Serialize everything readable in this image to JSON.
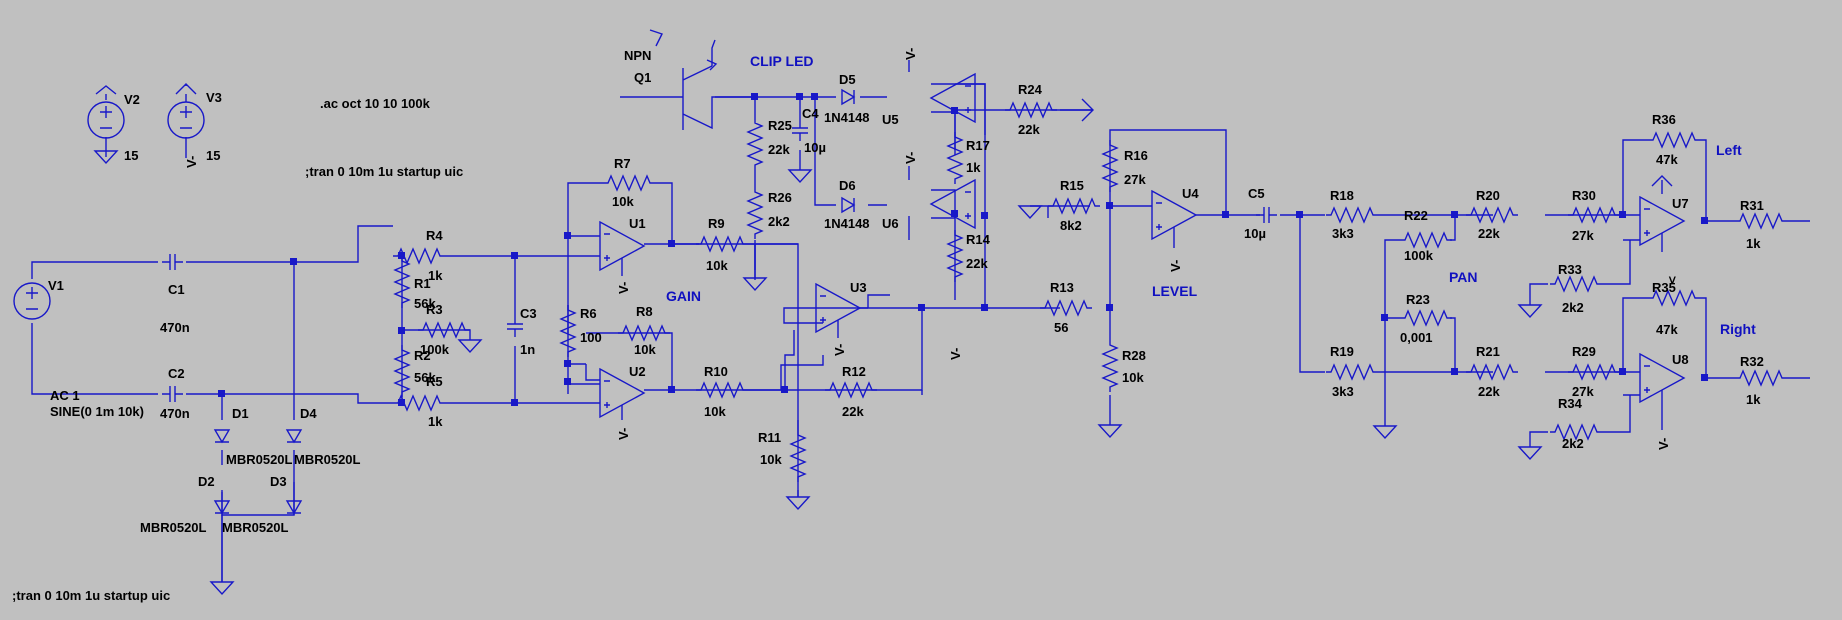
{
  "colors": {
    "background": "#c0c0c0",
    "wire": "#1818c8",
    "label": "#000000",
    "net_label": "#1010c0"
  },
  "directives": {
    "ac": ".ac oct 10 10 100k",
    "tran_top": ";tran 0 10m 1u startup uic",
    "tran_bottom": ";tran 0 10m 1u startup uic"
  },
  "net_labels": {
    "clip_led": "CLIP LED",
    "gain": "GAIN",
    "level": "LEVEL",
    "pan": "PAN",
    "left": "Left",
    "right": "Right"
  },
  "sources": {
    "v1": {
      "name": "V1",
      "ac": "AC 1",
      "sine": "SINE(0 1m 10k)"
    },
    "v2": {
      "name": "V2",
      "value": "15"
    },
    "v3": {
      "name": "V3",
      "value": "15"
    }
  },
  "transistor": {
    "name": "Q1",
    "type": "NPN"
  },
  "resistors": {
    "r1": {
      "name": "R1",
      "value": "56k"
    },
    "r2": {
      "name": "R2",
      "value": "56k"
    },
    "r3": {
      "name": "R3",
      "value": "100k"
    },
    "r4": {
      "name": "R4",
      "value": "1k"
    },
    "r5": {
      "name": "R5",
      "value": "1k"
    },
    "r6": {
      "name": "R6",
      "value": "100"
    },
    "r7": {
      "name": "R7",
      "value": "10k"
    },
    "r8": {
      "name": "R8",
      "value": "10k"
    },
    "r9": {
      "name": "R9",
      "value": "10k"
    },
    "r10": {
      "name": "R10",
      "value": "10k"
    },
    "r11": {
      "name": "R11",
      "value": "10k"
    },
    "r12": {
      "name": "R12",
      "value": "22k"
    },
    "r13": {
      "name": "R13",
      "value": "56"
    },
    "r14": {
      "name": "R14",
      "value": "22k"
    },
    "r15": {
      "name": "R15",
      "value": "8k2"
    },
    "r16": {
      "name": "R16",
      "value": "27k"
    },
    "r17": {
      "name": "R17",
      "value": "1k"
    },
    "r18": {
      "name": "R18",
      "value": "3k3"
    },
    "r19": {
      "name": "R19",
      "value": "3k3"
    },
    "r20": {
      "name": "R20",
      "value": "22k"
    },
    "r21": {
      "name": "R21",
      "value": "22k"
    },
    "r22": {
      "name": "R22",
      "value": "100k"
    },
    "r23": {
      "name": "R23",
      "value": "0,001"
    },
    "r24": {
      "name": "R24",
      "value": "22k"
    },
    "r25": {
      "name": "R25",
      "value": "22k"
    },
    "r26": {
      "name": "R26",
      "value": "2k2"
    },
    "r28": {
      "name": "R28",
      "value": "10k"
    },
    "r29": {
      "name": "R29",
      "value": "27k"
    },
    "r30": {
      "name": "R30",
      "value": "27k"
    },
    "r31": {
      "name": "R31",
      "value": "1k"
    },
    "r32": {
      "name": "R32",
      "value": "1k"
    },
    "r33": {
      "name": "R33",
      "value": "2k2"
    },
    "r34": {
      "name": "R34",
      "value": "2k2"
    },
    "r35": {
      "name": "R35",
      "value": "47k"
    },
    "r36": {
      "name": "R36",
      "value": "47k"
    }
  },
  "capacitors": {
    "c1": {
      "name": "C1",
      "value": "470n"
    },
    "c2": {
      "name": "C2",
      "value": "470n"
    },
    "c3": {
      "name": "C3",
      "value": "1n"
    },
    "c4": {
      "name": "C4",
      "value": "10µ"
    },
    "c5": {
      "name": "C5",
      "value": "10µ"
    }
  },
  "diodes": {
    "d1": {
      "name": "D1",
      "value": "MBR0520L"
    },
    "d2": {
      "name": "D2",
      "value": "MBR0520L"
    },
    "d3": {
      "name": "D3",
      "value": "MBR0520L"
    },
    "d4": {
      "name": "D4",
      "value": "MBR0520L"
    },
    "d5": {
      "name": "D5",
      "value": "1N4148"
    },
    "d6": {
      "name": "D6",
      "value": "1N4148"
    }
  },
  "opamps": [
    "U1",
    "U2",
    "U3",
    "U4",
    "U5",
    "U6",
    "U7",
    "U8"
  ],
  "supply_labels": {
    "plus": ">",
    "minus": "V-"
  }
}
